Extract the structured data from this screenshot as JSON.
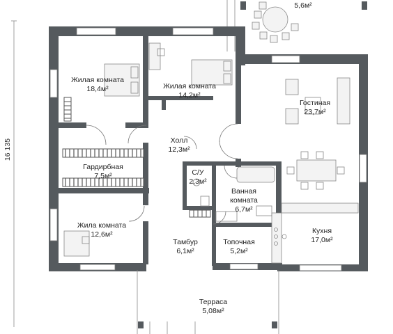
{
  "plan": {
    "overall_dimension": "16 135",
    "rooms": [
      {
        "name": "Жилая комната",
        "area": "18,4м²"
      },
      {
        "name": "Жилая комната",
        "area": "14,2м²"
      },
      {
        "name": "Гостиная",
        "area": "23,7м²"
      },
      {
        "name": "Холл",
        "area": "12,3м²"
      },
      {
        "name": "Гардирбная",
        "area": "7,5м²"
      },
      {
        "name": "С/У",
        "area": "2,3м²"
      },
      {
        "name": "Ванная комната",
        "area": "6,7м²"
      },
      {
        "name": "Жила комната",
        "area": "12,6м²"
      },
      {
        "name": "Тамбур",
        "area": "6,1м²"
      },
      {
        "name": "Топочная",
        "area": "5,2м²"
      },
      {
        "name": "Кухня",
        "area": "17,0м²"
      },
      {
        "name": "Терраса",
        "area": "5,08м²"
      }
    ],
    "top_area": "5,6м²",
    "colors": {
      "wall": "#555a5e",
      "line": "#888888",
      "text": "#222222"
    }
  }
}
